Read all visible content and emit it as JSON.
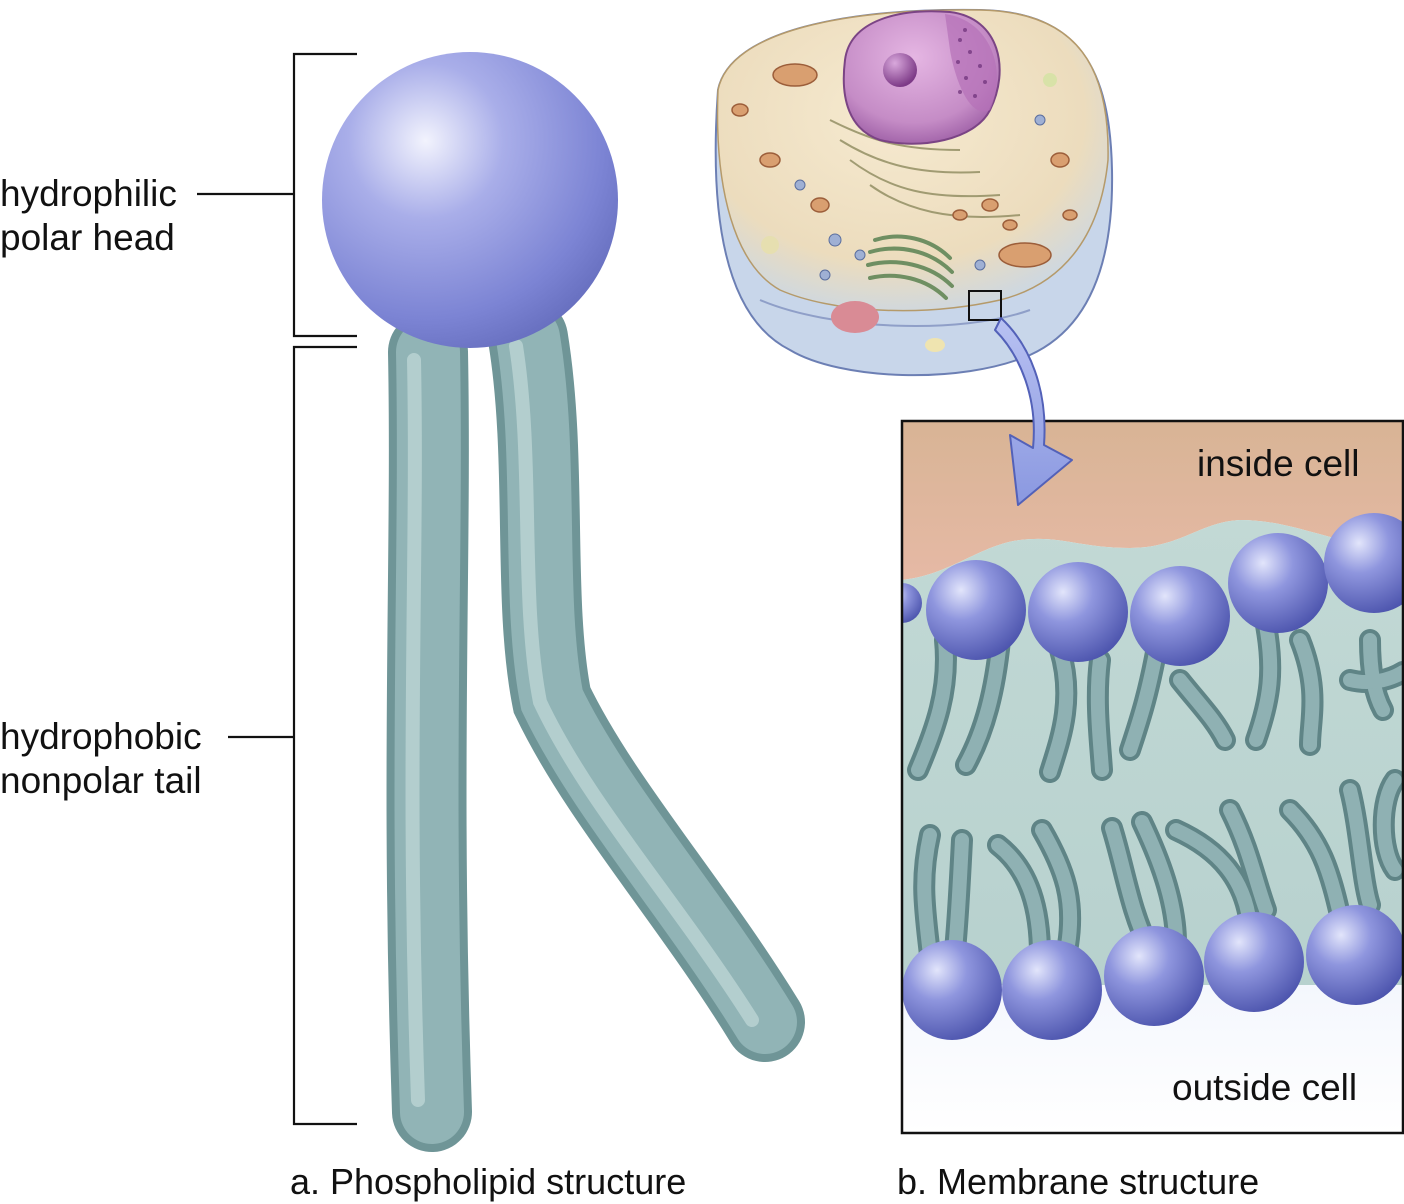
{
  "labels": {
    "head": [
      "hydrophilic",
      "polar head"
    ],
    "tail": [
      "hydrophobic",
      "nonpolar tail"
    ],
    "inside": "inside cell",
    "outside": "outside cell"
  },
  "captions": {
    "a": "a. Phospholipid structure",
    "b": "b. Membrane structure"
  },
  "colors": {
    "head": "#8f96de",
    "tail": "#8fb2b4",
    "cytoplasm": "#dcb596",
    "membrane_core": "#bcd5d2",
    "arrow": "#8a98e0"
  }
}
